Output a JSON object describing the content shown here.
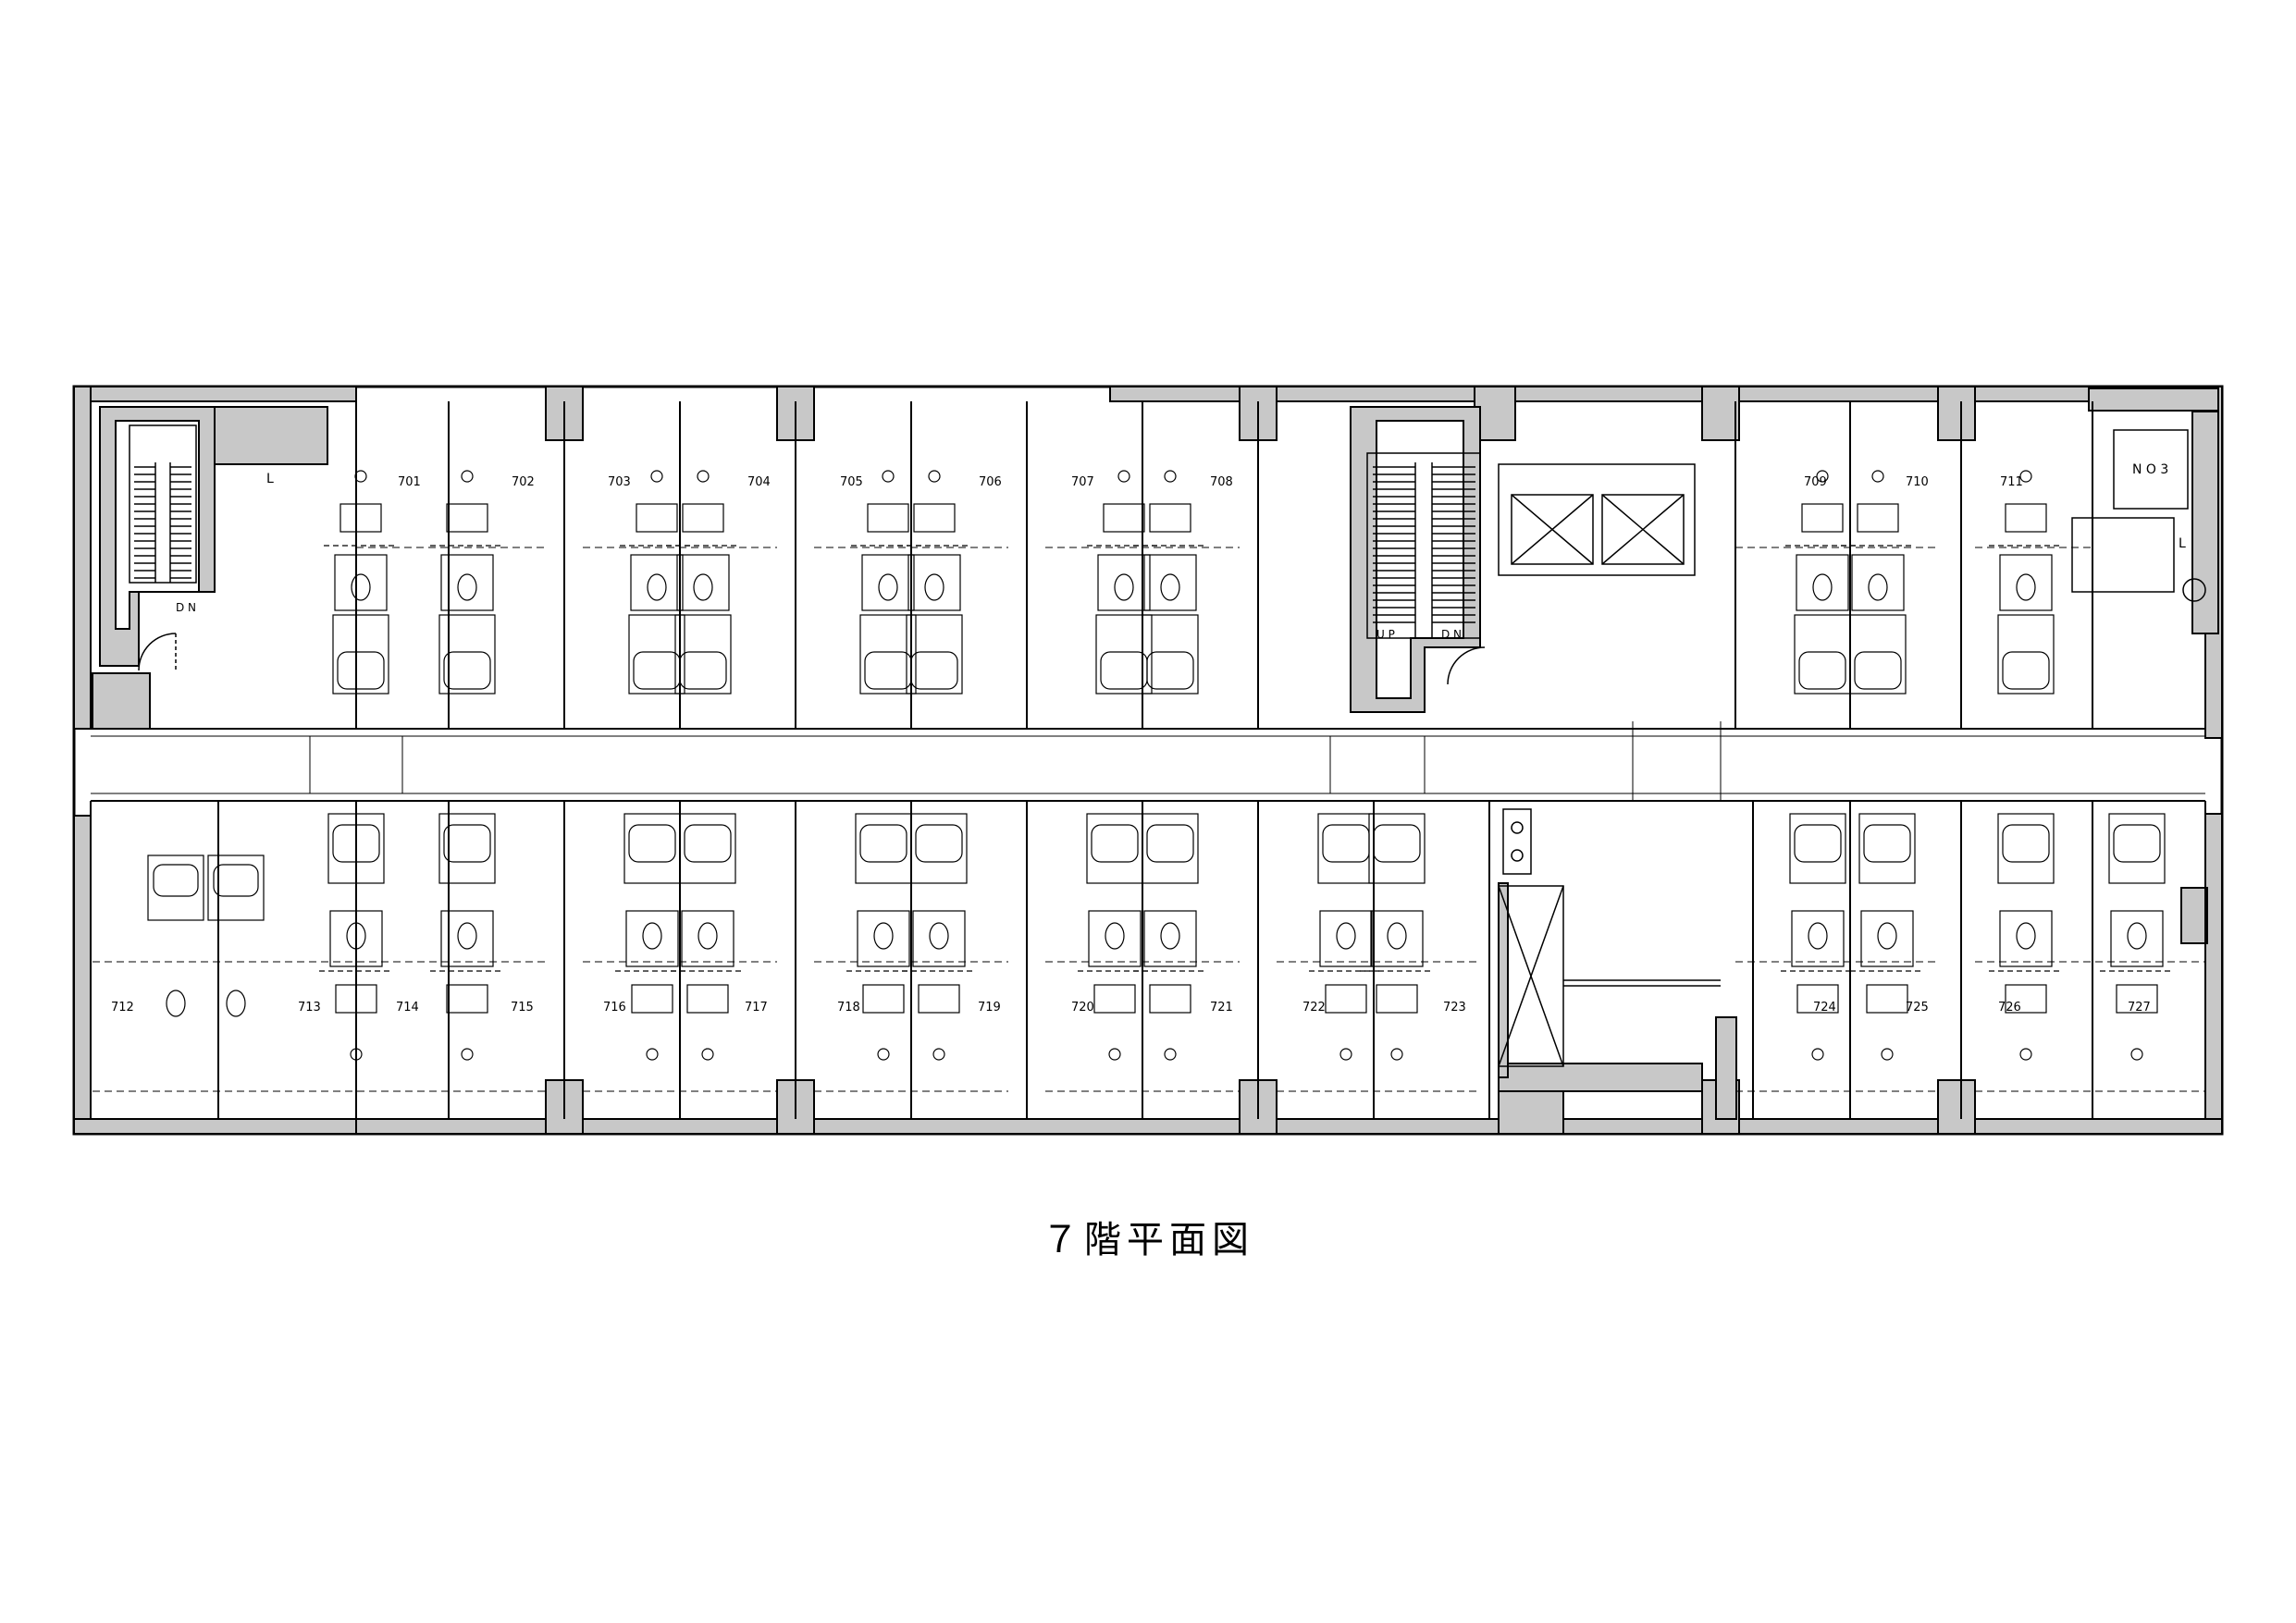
{
  "drawing_title": "７階平面図",
  "rooms_top": [
    "701",
    "702",
    "703",
    "704",
    "705",
    "706",
    "707",
    "708",
    "709",
    "710",
    "711"
  ],
  "rooms_bottom": [
    "712",
    "713",
    "714",
    "715",
    "716",
    "717",
    "718",
    "719",
    "720",
    "721",
    "722",
    "723",
    "724",
    "725",
    "726",
    "727"
  ],
  "stair_labels": {
    "west_dn": "D N",
    "center_up": "U P",
    "center_dn": "D N",
    "east_room": "N O 3",
    "linen_west": "L",
    "linen_east": "L"
  },
  "colors": {
    "structure": "#c8c8c8",
    "line": "#000000"
  }
}
